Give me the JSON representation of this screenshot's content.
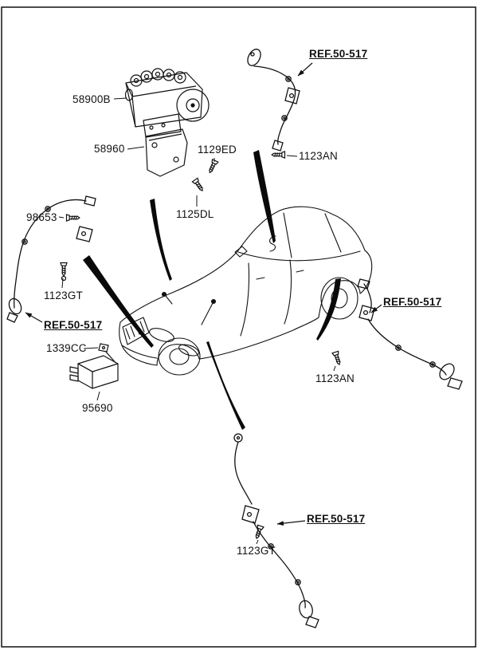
{
  "diagram": {
    "description": "Hydraulic module and ABS wheel speed sensors parts diagram on sedan illustration",
    "colors": {
      "line": "#111111",
      "background": "#ffffff"
    },
    "callouts": {
      "abs_module": "58900B",
      "abs_bracket": "58960",
      "bolt_1129ed": "1129ED",
      "bolt_1125dl": "1125DL",
      "bolt_98653": "98653",
      "bolt_1123gt_left": "1123GT",
      "ref_left": "REF.50-517",
      "clip_1339cc": "1339CC",
      "ecu_95690": "95690",
      "ref_top": "REF.50-517",
      "bolt_1123an_top": "1123AN",
      "ref_right": "REF.50-517",
      "bolt_1123an_right": "1123AN",
      "ref_bottom": "REF.50-517",
      "bolt_1123gt_bottom": "1123GT"
    }
  }
}
